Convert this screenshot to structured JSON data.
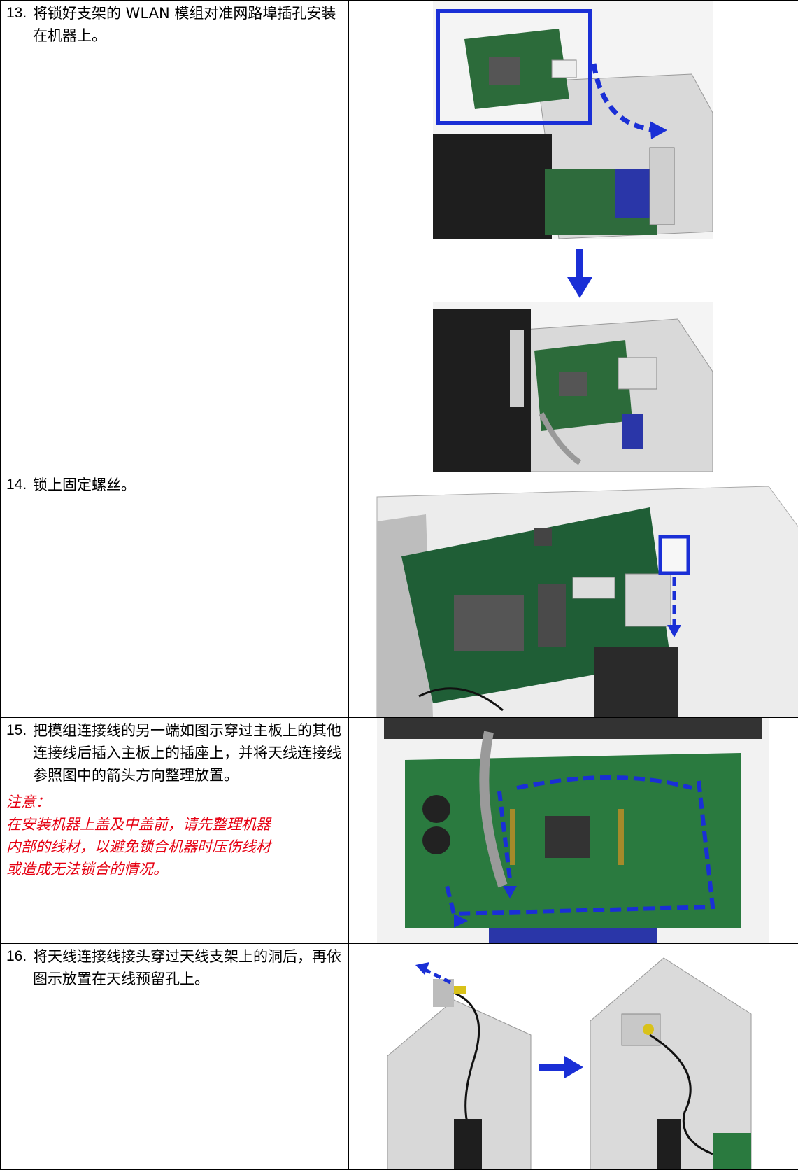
{
  "steps": [
    {
      "number": "13.",
      "text": "将锁好支架的 WLAN 模组对准网路埠插孔安装在机器上。"
    },
    {
      "number": "14.",
      "text": "锁上固定螺丝。"
    },
    {
      "number": "15.",
      "text": "把模组连接线的另一端如图示穿过主板上的其他连接线后插入主板上的插座上，并将天线连接线参照图中的箭头方向整理放置。"
    },
    {
      "number": "16.",
      "text": "将天线连接线接头穿过天线支架上的洞后，再依图示放置在天线预留孔上。"
    }
  ],
  "note": {
    "title": "注意：",
    "lines": [
      "在安装机器上盖及中盖前，请先整理机器",
      "内部的线材，以避免锁合机器时压伤线材",
      "或造成无法锁合的情况。"
    ]
  },
  "colors": {
    "highlight_blue": "#1a2fd6",
    "note_red": "#e60012",
    "pcb_green": "#1f6b3a"
  }
}
